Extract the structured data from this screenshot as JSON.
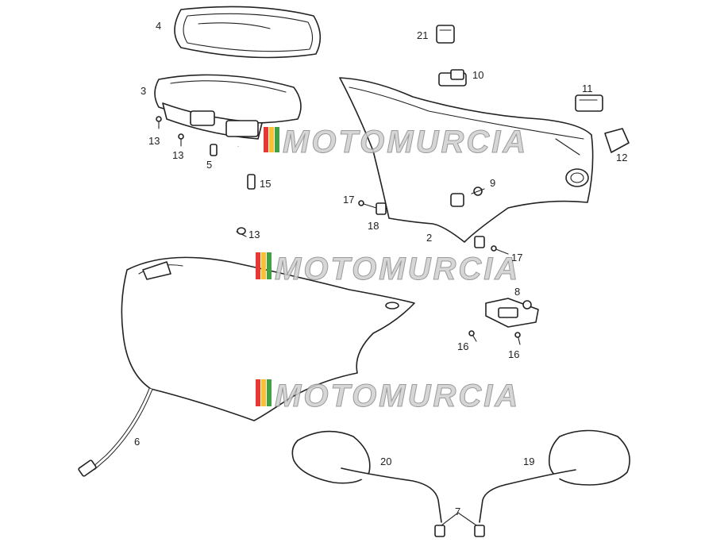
{
  "callouts": [
    {
      "id": "4",
      "text": "4"
    },
    {
      "id": "3",
      "text": "3"
    },
    {
      "id": "13a",
      "text": "13"
    },
    {
      "id": "13b",
      "text": "13"
    },
    {
      "id": "5",
      "text": "5"
    },
    {
      "id": "15",
      "text": "15"
    },
    {
      "id": "13c",
      "text": "13"
    },
    {
      "id": "6",
      "text": "6"
    },
    {
      "id": "21",
      "text": "21"
    },
    {
      "id": "10",
      "text": "10"
    },
    {
      "id": "11",
      "text": "11"
    },
    {
      "id": "12",
      "text": "12"
    },
    {
      "id": "9",
      "text": "9"
    },
    {
      "id": "17a",
      "text": "17"
    },
    {
      "id": "18",
      "text": "18"
    },
    {
      "id": "2",
      "text": "2"
    },
    {
      "id": "17b",
      "text": "17"
    },
    {
      "id": "8",
      "text": "8"
    },
    {
      "id": "16a",
      "text": "16"
    },
    {
      "id": "16b",
      "text": "16"
    },
    {
      "id": "20",
      "text": "20"
    },
    {
      "id": "19",
      "text": "19"
    },
    {
      "id": "7",
      "text": "7"
    }
  ],
  "watermark": {
    "text": "MOTOMURCIA",
    "colors": [
      "#e53935",
      "#fbc02d",
      "#43a047"
    ]
  }
}
